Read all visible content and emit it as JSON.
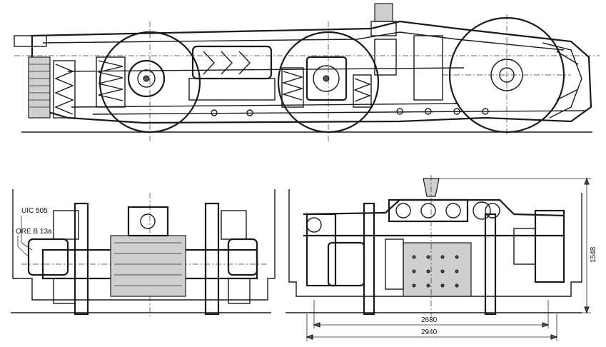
{
  "labels": {
    "uic": "UIC 505",
    "ore": "ORE B 13a"
  },
  "dimensions": {
    "height": "1548",
    "inner_length": "2680",
    "outer_length": "2940"
  }
}
